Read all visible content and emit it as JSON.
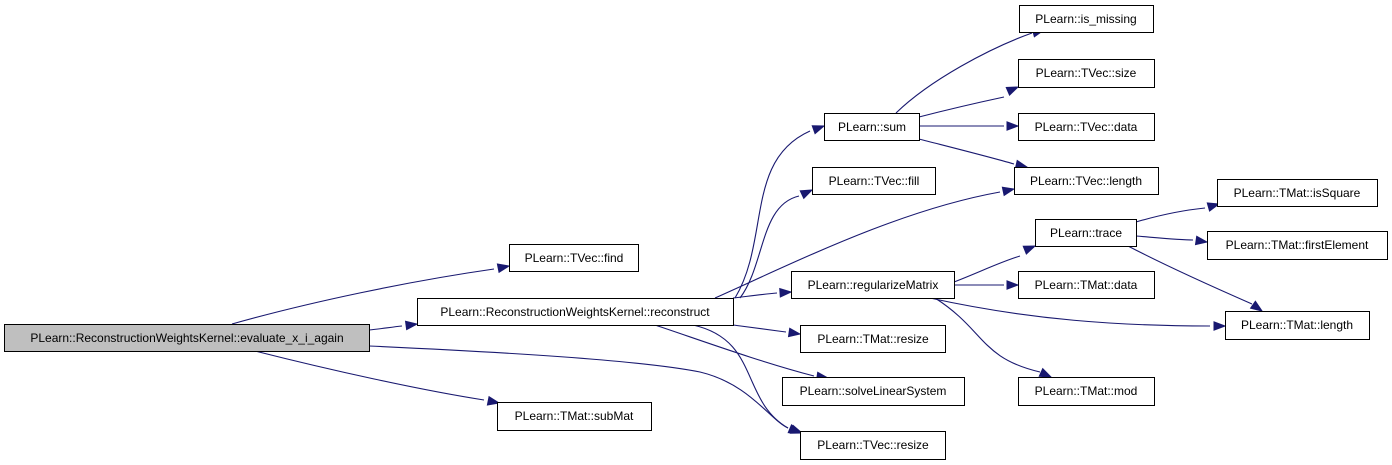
{
  "diagram": {
    "type": "call-graph",
    "colors": {
      "edge": "#191970",
      "root_fill": "#bfbfbf",
      "node_fill": "#ffffff",
      "border": "#000000"
    },
    "nodes": [
      {
        "id": "evaluate",
        "label": "PLearn::ReconstructionWeightsKernel::evaluate_x_i_again",
        "root": true
      },
      {
        "id": "tvec_find",
        "label": "PLearn::TVec::find"
      },
      {
        "id": "reconstruct",
        "label": "PLearn::ReconstructionWeightsKernel::reconstruct"
      },
      {
        "id": "tmat_submat",
        "label": "PLearn::TMat::subMat"
      },
      {
        "id": "sum",
        "label": "PLearn::sum"
      },
      {
        "id": "tvec_fill",
        "label": "PLearn::TVec::fill"
      },
      {
        "id": "regularize",
        "label": "PLearn::regularizeMatrix"
      },
      {
        "id": "tmat_resize",
        "label": "PLearn::TMat::resize"
      },
      {
        "id": "solve",
        "label": "PLearn::solveLinearSystem"
      },
      {
        "id": "tvec_resize",
        "label": "PLearn::TVec::resize"
      },
      {
        "id": "is_missing",
        "label": "PLearn::is_missing"
      },
      {
        "id": "tvec_size",
        "label": "PLearn::TVec::size"
      },
      {
        "id": "tvec_data",
        "label": "PLearn::TVec::data"
      },
      {
        "id": "tvec_length",
        "label": "PLearn::TVec::length"
      },
      {
        "id": "trace",
        "label": "PLearn::trace"
      },
      {
        "id": "tmat_data",
        "label": "PLearn::TMat::data"
      },
      {
        "id": "tmat_mod",
        "label": "PLearn::TMat::mod"
      },
      {
        "id": "tmat_issquare",
        "label": "PLearn::TMat::isSquare"
      },
      {
        "id": "tmat_firstelement",
        "label": "PLearn::TMat::firstElement"
      },
      {
        "id": "tmat_length",
        "label": "PLearn::TMat::length"
      }
    ],
    "edges": [
      {
        "from": "evaluate",
        "to": "tvec_find"
      },
      {
        "from": "evaluate",
        "to": "reconstruct"
      },
      {
        "from": "evaluate",
        "to": "tmat_submat"
      },
      {
        "from": "evaluate",
        "to": "tvec_resize"
      },
      {
        "from": "reconstruct",
        "to": "sum"
      },
      {
        "from": "reconstruct",
        "to": "tvec_fill"
      },
      {
        "from": "reconstruct",
        "to": "tvec_length"
      },
      {
        "from": "reconstruct",
        "to": "regularize"
      },
      {
        "from": "reconstruct",
        "to": "tmat_resize"
      },
      {
        "from": "reconstruct",
        "to": "solve"
      },
      {
        "from": "reconstruct",
        "to": "tvec_resize"
      },
      {
        "from": "sum",
        "to": "is_missing"
      },
      {
        "from": "sum",
        "to": "tvec_size"
      },
      {
        "from": "sum",
        "to": "tvec_data"
      },
      {
        "from": "sum",
        "to": "tvec_length"
      },
      {
        "from": "regularize",
        "to": "trace"
      },
      {
        "from": "regularize",
        "to": "tmat_data"
      },
      {
        "from": "regularize",
        "to": "tmat_length"
      },
      {
        "from": "regularize",
        "to": "tmat_mod"
      },
      {
        "from": "trace",
        "to": "tmat_issquare"
      },
      {
        "from": "trace",
        "to": "tmat_firstelement"
      },
      {
        "from": "trace",
        "to": "tmat_length"
      }
    ]
  }
}
